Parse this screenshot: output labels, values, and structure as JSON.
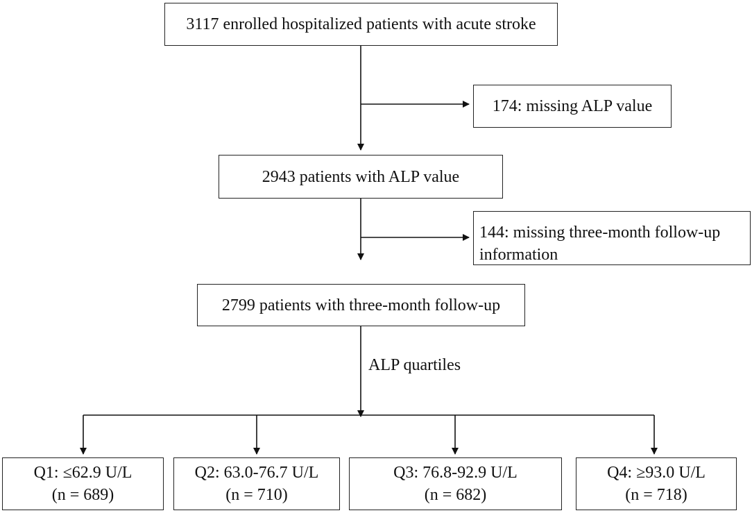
{
  "boxes": {
    "enrolled": "3117 enrolled hospitalized patients with acute stroke",
    "excluded_alp": "174: missing ALP value",
    "with_alp": "2943 patients with ALP value",
    "excluded_followup": "144: missing three-month follow-up information",
    "with_followup": "2799 patients with three-month follow-up"
  },
  "split_label": "ALP quartiles",
  "quartiles": [
    {
      "range": "Q1: ≤62.9 U/L",
      "n": "(n = 689)"
    },
    {
      "range": "Q2: 63.0-76.7 U/L",
      "n": "(n = 710)"
    },
    {
      "range": "Q3: 76.8-92.9 U/L",
      "n": "(n = 682)"
    },
    {
      "range": "Q4: ≥93.0 U/L",
      "n": "(n = 718)"
    }
  ],
  "colors": {
    "line": "#111111",
    "border": "#222222",
    "background": "#ffffff"
  }
}
